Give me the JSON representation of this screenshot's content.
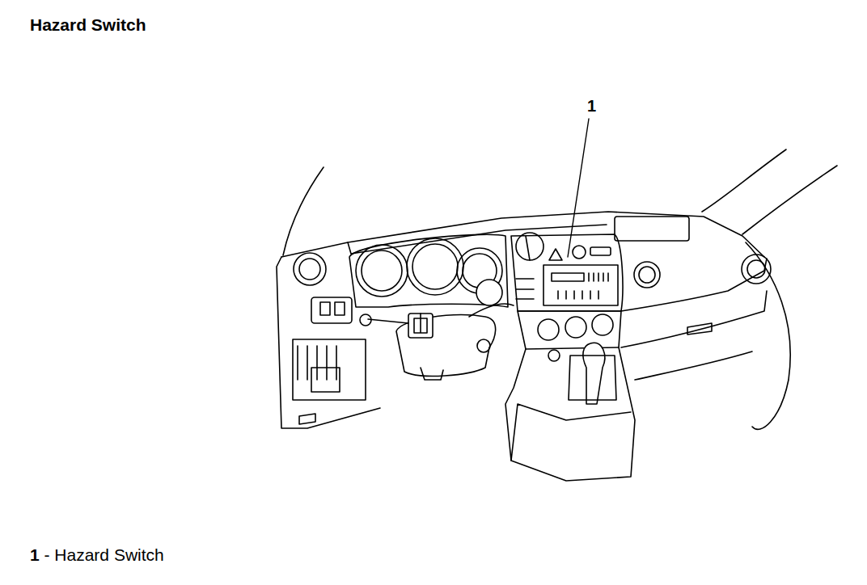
{
  "diagram": {
    "title": "Hazard Switch",
    "caption": "1 - Hazard Switch",
    "labels": [
      "1"
    ]
  }
}
